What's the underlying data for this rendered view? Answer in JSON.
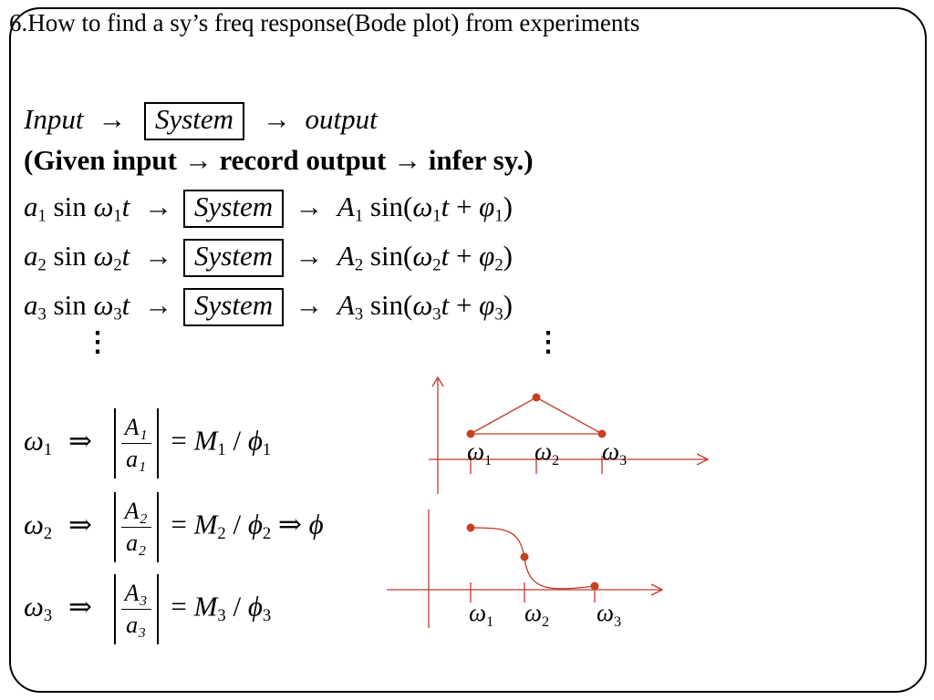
{
  "title": "6.How to find a sy’s freq response(Bode plot) from experiments",
  "line1": {
    "input": "Input",
    "arrow": "→",
    "box": "System",
    "output": "output"
  },
  "line2": {
    "text": "(Given input → record output → infer sy.)"
  },
  "rows": [
    {
      "lhs": "a",
      "i": "1",
      "sin": " sin ",
      "w": "ω",
      "t": "t",
      "box": "System",
      "A": "A",
      "rhs_sin": " sin(",
      "phi": "φ",
      "close": ")"
    },
    {
      "lhs": "a",
      "i": "2",
      "sin": " sin ",
      "w": "ω",
      "t": "t",
      "box": "System",
      "A": "A",
      "rhs_sin": " sin(",
      "phi": "φ",
      "close": ")"
    },
    {
      "lhs": "a",
      "i": "3",
      "sin": " sin ",
      "w": "ω",
      "t": "t",
      "box": "System",
      "A": "A",
      "rhs_sin": " sin(",
      "phi": "φ",
      "close": ")"
    }
  ],
  "vdots": "⋮",
  "freq_rows": [
    {
      "w": "ω",
      "i": "1",
      "implies": "⇒",
      "num": "A₁",
      "den": "a₁",
      "eq": "=",
      "M": "M",
      "slash": "/",
      "phi": "ϕ",
      "tail": ""
    },
    {
      "w": "ω",
      "i": "2",
      "implies": "⇒",
      "num": "A₂",
      "den": "a₂",
      "eq": "=",
      "M": "M",
      "slash": "/",
      "phi": "ϕ",
      "tail": "⇒ ϕ"
    },
    {
      "w": "ω",
      "i": "3",
      "implies": "⇒",
      "num": "A₃",
      "den": "a₃",
      "eq": "=",
      "M": "M",
      "slash": "/",
      "phi": "ϕ",
      "tail": ""
    }
  ],
  "plots": {
    "accent": "#c0392b",
    "dot_color": "#c8411e",
    "tick_labels": [
      "ω1",
      "ω2",
      "ω3"
    ],
    "magnitude": {
      "values": [
        0.28,
        0.95,
        0.28
      ]
    },
    "phase": {
      "values": [
        1.0,
        0.5,
        0.0
      ]
    }
  }
}
